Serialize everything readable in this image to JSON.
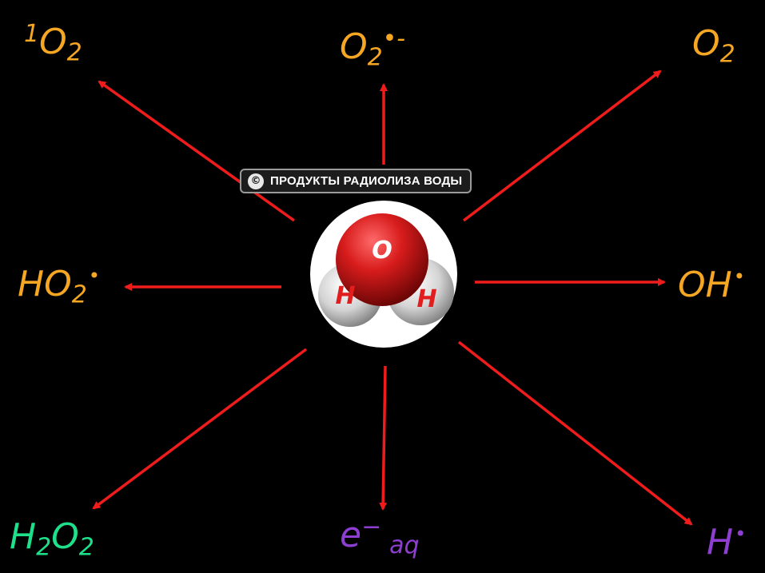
{
  "title": {
    "icon": "copyright-icon",
    "text": "ПРОДУКТЫ РАДИОЛИЗА ВОДЫ"
  },
  "molecule": {
    "center_label": "O",
    "left_label": "H",
    "right_label": "H",
    "colors": {
      "oxygen": "#d81c1c",
      "hydrogen": "#e6e6e6",
      "label": "#e11d1d",
      "disc": "#ffffff"
    }
  },
  "arrow_color": "#f01c1c",
  "products": {
    "singlet_oxygen": {
      "pre": "1",
      "main": "O",
      "sub": "2",
      "color": "#f5a623"
    },
    "superoxide": {
      "main": "O",
      "sub": "2",
      "sup": "•-",
      "color": "#f5a623"
    },
    "oxygen": {
      "main": "O",
      "sub": "2",
      "color": "#f5a623"
    },
    "hydroperoxyl": {
      "main": "HO",
      "sub": "2",
      "dot": "•",
      "color": "#f5a623"
    },
    "hydroxyl": {
      "main": "OH",
      "dot": "•",
      "color": "#f5a623"
    },
    "hydrogen_peroxide": {
      "a": "H",
      "sub1": "2",
      "b": "O",
      "sub2": "2",
      "color": "#1fe08a"
    },
    "hydrated_electron": {
      "main": "e",
      "sup": "−",
      "sub": "aq",
      "color": "#8e3fd1"
    },
    "hydrogen_atom": {
      "main": "H",
      "dot": "•",
      "color": "#8e3fd1"
    }
  }
}
